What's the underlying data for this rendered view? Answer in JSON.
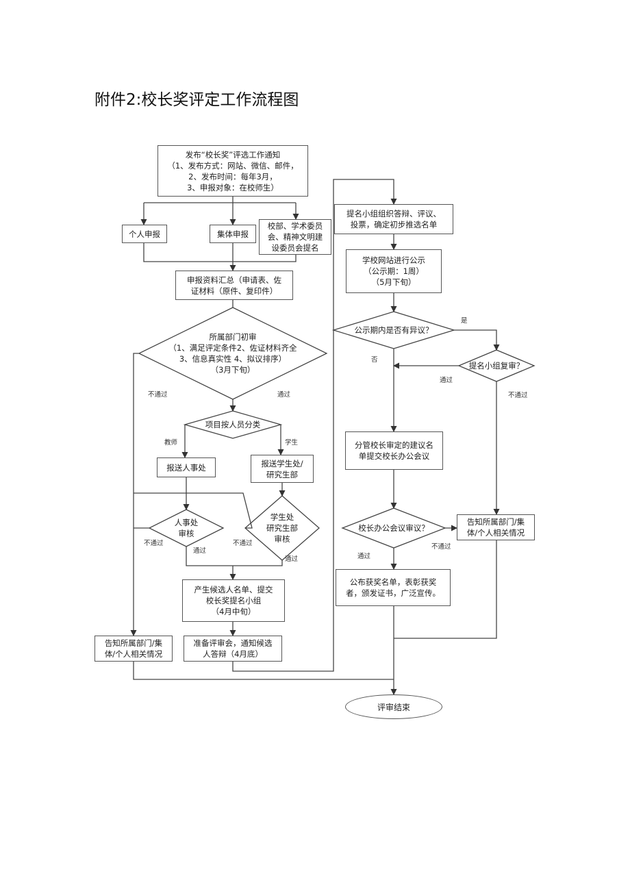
{
  "title": "附件2:校长奖评定工作流程图",
  "nodes": {
    "publish": "发布“校长奖”评选工作通知\n（1、发布方式：网站、微信、邮件，\n2、发布时间：每年3月，\n3、申报对象：在校师生）",
    "individual": "个人申报",
    "group": "集体申报",
    "nominate": "校部、学术委员\n会、精神文明建\n设委员会提名",
    "collect": "申报资料汇总（申请表、佐\n证材料（原件、复印件）",
    "dept_review": "所属部门初审\n（1、满足评定条件2、佐证材料齐全\n3、信息真实性 4、拟议排序）\n（3月下旬）",
    "classify": "项目按人员分类",
    "to_hr": "报送人事处",
    "to_student": "报送学生处/\n研究生部",
    "hr_review": "人事处\n审核",
    "student_review": "学生处\n研究生部\n审核",
    "candidates": "产生候选人名单、提交\n校长奖提名小组\n（4月中旬）",
    "prepare": "准备评审会，通知候选\n人答辩（4月底）",
    "notify_left": "告知所属部门/集\n体/个人相关情况",
    "panel": "提名小组组织答辩、评议、\n投票，确定初步推选名单",
    "publicity": "学校网站进行公示\n（公示期：1周）\n（5月下旬）",
    "objection": "公示期内是否有异议？",
    "panel_recheck": "提名小组复审？",
    "vp_review": "分管校长审定的建议名\n单提交校长办公会议",
    "meeting": "校长办公会议审议？",
    "notify_right": "告知所属部门/集\n体/个人相关情况",
    "announce": "公布获奖名单，表彰获奖\n者，颁发证书，广泛宣传。",
    "end": "评审结束"
  },
  "labels": {
    "fail": "不通过",
    "pass": "通过",
    "teacher": "教师",
    "student": "学生",
    "yes": "是",
    "no": "否"
  }
}
